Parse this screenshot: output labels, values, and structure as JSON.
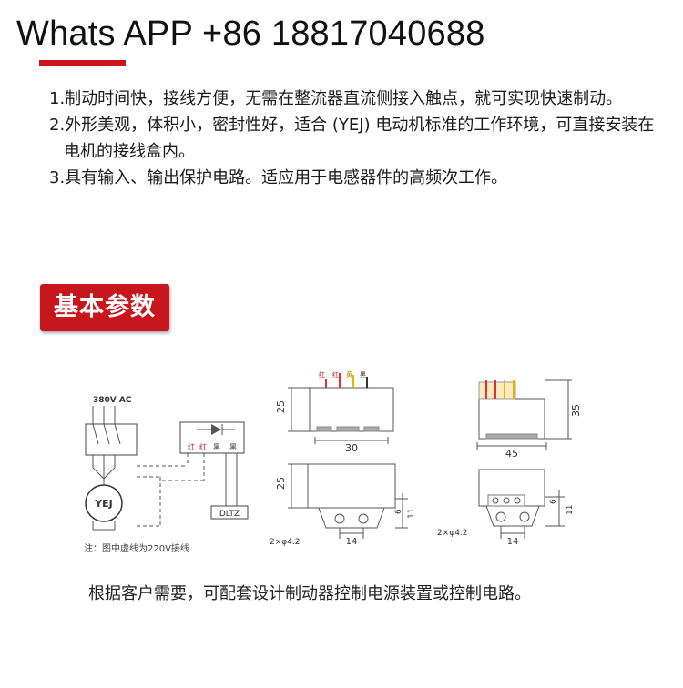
{
  "header": {
    "title": "Whats APP +86 18817040688"
  },
  "features": [
    "1.制动时间快，接线方便，无需在整流器直流侧接入触点，就可实现快速制动。",
    "2.外形美观，体积小，密封性好，适合 (YEJ) 电动机标准的工作环境，可直接安装在电机的接线盒内。",
    "3.具有输入、输出保护电路。适应用于电感器件的高频次工作。"
  ],
  "section": {
    "label": "基本参数"
  },
  "wiring": {
    "supply": "380V AC",
    "motor": "YEJ",
    "terminals": [
      "红",
      "红",
      "黑",
      "黑"
    ],
    "brake": "DLTZ",
    "note": "注：图中虚线为220V接线"
  },
  "drawing_small": {
    "height": "25",
    "width": "30",
    "height2": "25",
    "hole": "2×φ4.2",
    "pitch": "14",
    "dim_a": "6",
    "dim_b": "11",
    "wire_labels": [
      "红",
      "红",
      "黄",
      "黑"
    ]
  },
  "drawing_large": {
    "height": "35",
    "width": "45",
    "hole": "2×φ4.2",
    "pitch": "14",
    "dim_a": "6",
    "dim_b": "11"
  },
  "footer": {
    "text": "根据客户需要，可配套设计制动器控制电源装置或控制电路。"
  },
  "colors": {
    "accent": "#c8161d"
  }
}
